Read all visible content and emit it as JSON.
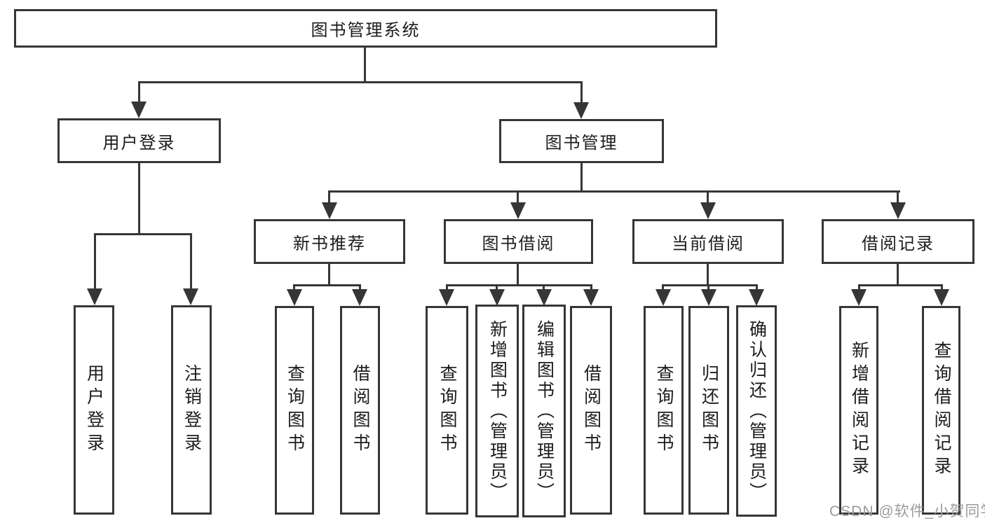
{
  "tree": {
    "root": {
      "label": "图书管理系统"
    },
    "branches": [
      {
        "label": "用户登录",
        "children": [
          {
            "label": "用户登录"
          },
          {
            "label": "注销登录"
          }
        ]
      },
      {
        "label": "图书管理",
        "children": [
          {
            "label": "新书推荐",
            "children": [
              {
                "label": "查询图书"
              },
              {
                "label": "借阅图书"
              }
            ]
          },
          {
            "label": "图书借阅",
            "children": [
              {
                "label": "查询图书"
              },
              {
                "label": "新增图书（管理员）"
              },
              {
                "label": "编辑图书（管理员）"
              },
              {
                "label": "借阅图书"
              }
            ]
          },
          {
            "label": "当前借阅",
            "children": [
              {
                "label": "查询图书"
              },
              {
                "label": "归还图书"
              },
              {
                "label": "确认归还（管理员）"
              }
            ]
          },
          {
            "label": "借阅记录",
            "children": [
              {
                "label": "新增借阅记录"
              },
              {
                "label": "查询借阅记录"
              }
            ]
          }
        ]
      }
    ]
  },
  "watermark": {
    "text": "CSDN @软件_小贺同学",
    "color": "#9b9b9b"
  },
  "colors": {
    "line": "#363636",
    "box_background": "#ffffff",
    "text": "#1c1c1c",
    "background": "#ffffff"
  }
}
